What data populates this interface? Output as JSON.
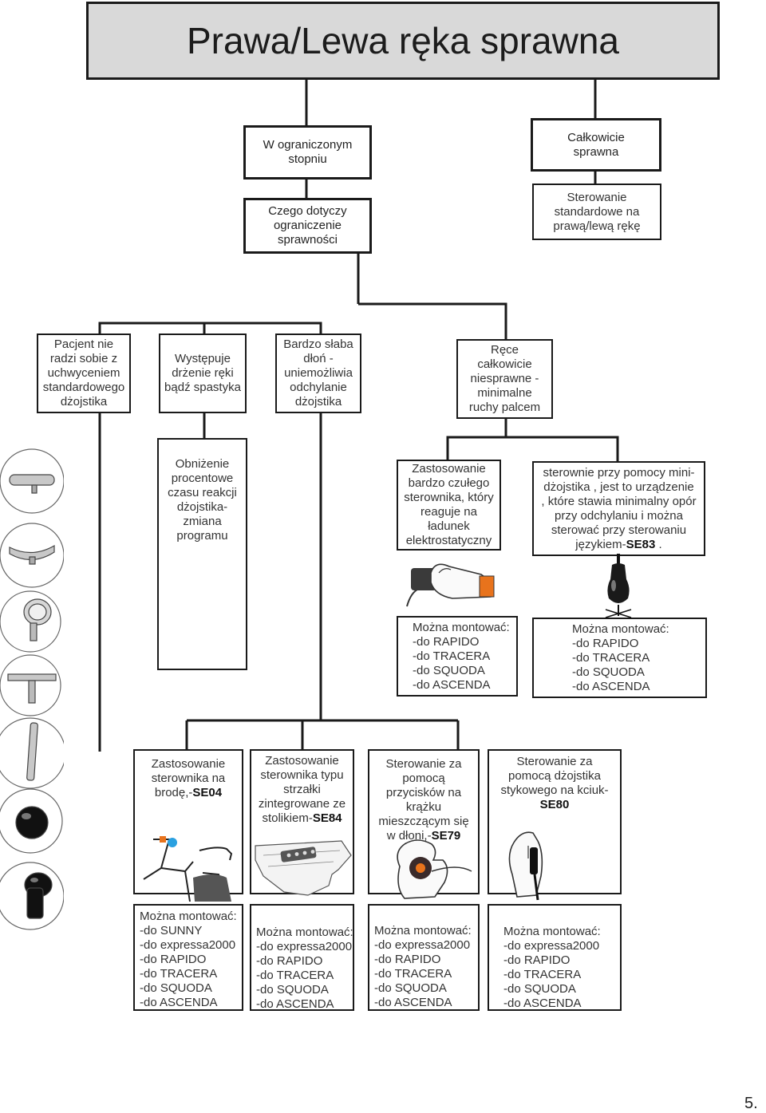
{
  "title": "Prawa/Lewa ręka sprawna",
  "page_number": "5.",
  "level1": {
    "limited": [
      "W ograniczonym",
      "stopniu"
    ],
    "full": [
      "Całkowicie",
      "sprawna"
    ]
  },
  "level2": {
    "limitation_question": [
      "Czego dotyczy",
      "ograniczenie",
      "sprawności"
    ],
    "standard_control": [
      "Sterowanie",
      "standardowe na",
      "prawą/lewą rękę"
    ]
  },
  "level3": {
    "grip": [
      "Pacjent nie",
      "radzi sobie z",
      "uchwyceniem",
      "standardowego",
      "dżojstika"
    ],
    "tremor": [
      "Występuje",
      "drżenie ręki",
      "bądź spastyka"
    ],
    "weak_hand": [
      "Bardzo słaba",
      "dłoń -",
      "uniemożliwia",
      "odchylanie",
      "dżojstika"
    ],
    "hands_paralyzed": [
      "Ręce",
      "całkowicie",
      "niesprawne -",
      "minimalne",
      "ruchy palcem"
    ]
  },
  "level4": {
    "reaction_time": [
      "Obniżenie",
      "procentowe",
      "czasu reakcji",
      "dżojstika-",
      "zmiana",
      "programu"
    ],
    "sensitive_controller": [
      "Zastosowanie",
      "bardzo czułego",
      "sterownika, który",
      "reaguje na",
      "ładunek",
      "elektrostatyczny"
    ],
    "mini_joystick": {
      "lines": [
        "sterownie przy pomocy mini-",
        "dżojstika , jest to urządzenie",
        ", które stawia minimalny opór",
        "przy odchylaniu i można",
        "sterować przy sterowaniu"
      ],
      "last_line_prefix": "językiem-",
      "last_line_code": "SE83",
      "last_line_suffix": " ."
    }
  },
  "mount_boxes_mid": {
    "sensitive": [
      "Można montować:",
      "-do RAPIDO",
      "-do TRACERA",
      "-do SQUODA",
      "-do ASCENDA"
    ],
    "mini": [
      "Można montować:",
      "-do RAPIDO",
      "-do TRACERA",
      "-do SQUODA",
      "-do ASCENDA"
    ]
  },
  "level5": {
    "chin": {
      "lines": [
        "Zastosowanie",
        "sterownika na"
      ],
      "last_prefix": "brodę,-",
      "code": "SE04"
    },
    "tray": {
      "lines": [
        "Zastosowanie",
        "sterownika typu",
        "strzałki",
        "zintegrowane ze"
      ],
      "last_prefix": "stolikiem-",
      "code": "SE84"
    },
    "buttons": {
      "lines": [
        "Sterowanie za",
        "pomocą",
        "przycisków na",
        "krążku",
        "mieszczącym się"
      ],
      "last_prefix": "w dłoni,-",
      "code": "SE79"
    },
    "stick": {
      "lines": [
        "Sterowanie za",
        "pomocą dżojstika",
        "stykowego na kciuk-"
      ],
      "code": "SE80"
    }
  },
  "mount_boxes_bottom": {
    "chin": [
      "Można montować:",
      "-do SUNNY",
      "-do expressa2000",
      "-do RAPIDO",
      "-do TRACERA",
      "-do SQUODA",
      "-do ASCENDA"
    ],
    "tray": [
      "Można montować:",
      "-do expressa2000",
      "-do RAPIDO",
      "-do TRACERA",
      "-do SQUODA",
      "-do ASCENDA"
    ],
    "buttons": [
      "Można montować:",
      "-do expressa2000",
      "-do RAPIDO",
      "-do TRACERA",
      "-do SQUODA",
      "-do ASCENDA"
    ],
    "stick": [
      "Można montować:",
      "-do expressa2000",
      "-do RAPIDO",
      "-do TRACERA",
      "-do SQUODA",
      "-do ASCENDA"
    ]
  },
  "colors": {
    "title_bg": "#d9d9d9",
    "border": "#1a1a1a",
    "accent_orange": "#e8731c",
    "accent_blue": "#2aa0e0"
  },
  "icons": [
    "t-bar-knob-icon",
    "curved-bar-knob-icon",
    "ring-knob-icon",
    "t-handle-knob-icon",
    "rod-knob-icon",
    "ball-knob-icon",
    "mushroom-knob-icon"
  ]
}
